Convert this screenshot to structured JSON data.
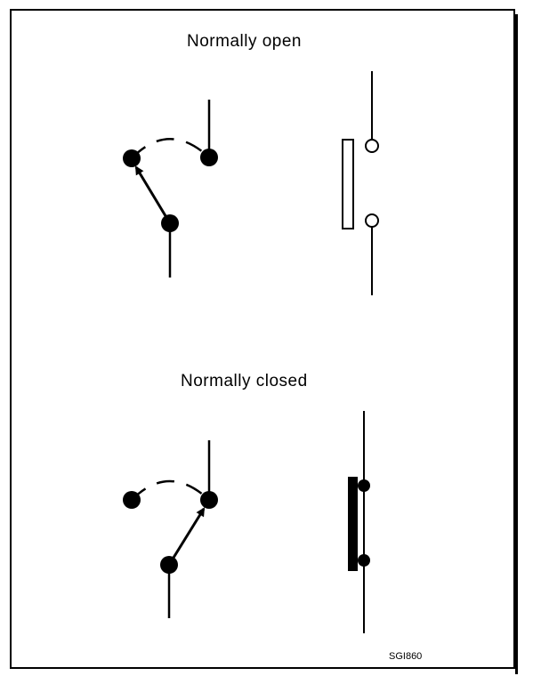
{
  "sections": {
    "normally_open": {
      "title": "Normally open"
    },
    "normally_closed": {
      "title": "Normally closed"
    }
  },
  "figure_code": "SGI860",
  "colors": {
    "ink": "#000000",
    "paper": "#ffffff"
  }
}
